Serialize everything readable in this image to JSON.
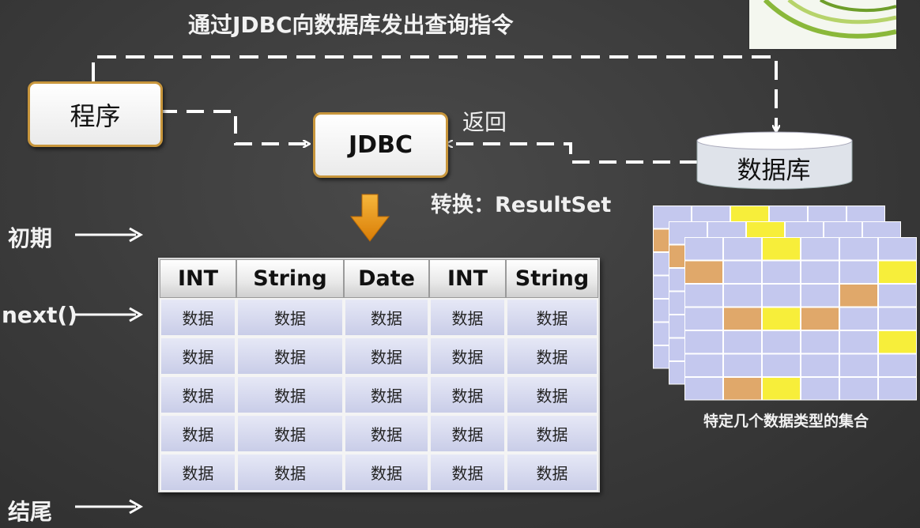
{
  "title": "通过JDBC向数据库发出查询指令",
  "program_label": "程序",
  "jdbc_label": "JDBC",
  "return_label": "返回",
  "convert_label": "转换：ResultSet",
  "database_label": "数据库",
  "side_labels": {
    "start": "初期",
    "next": "next()",
    "end": "结尾"
  },
  "table": {
    "headers": [
      "INT",
      "String",
      "Date",
      "INT",
      "String"
    ],
    "rows": [
      [
        "数据",
        "数据",
        "数据",
        "数据",
        "数据"
      ],
      [
        "数据",
        "数据",
        "数据",
        "数据",
        "数据"
      ],
      [
        "数据",
        "数据",
        "数据",
        "数据",
        "数据"
      ],
      [
        "数据",
        "数据",
        "数据",
        "数据",
        "数据"
      ],
      [
        "数据",
        "数据",
        "数据",
        "数据",
        "数据"
      ]
    ]
  },
  "dataset_caption": "特定几个数据类型的集合",
  "colors": {
    "box_border": "#c8963c",
    "arrow_orange": "#e8920f",
    "cell_lavender": "#c4c8ee",
    "cell_orange": "#e0a86a",
    "cell_yellow": "#f7ee3a"
  },
  "dataset_front_highlights": [
    {
      "row": 0,
      "col": 2,
      "color": "yellow"
    },
    {
      "row": 1,
      "col": 0,
      "color": "orange"
    },
    {
      "row": 1,
      "col": 5,
      "color": "yellow"
    },
    {
      "row": 2,
      "col": 4,
      "color": "orange"
    },
    {
      "row": 3,
      "col": 1,
      "color": "orange"
    },
    {
      "row": 3,
      "col": 2,
      "color": "yellow"
    },
    {
      "row": 3,
      "col": 3,
      "color": "orange"
    },
    {
      "row": 4,
      "col": 5,
      "color": "yellow"
    },
    {
      "row": 6,
      "col": 1,
      "color": "orange"
    },
    {
      "row": 6,
      "col": 2,
      "color": "yellow"
    }
  ]
}
